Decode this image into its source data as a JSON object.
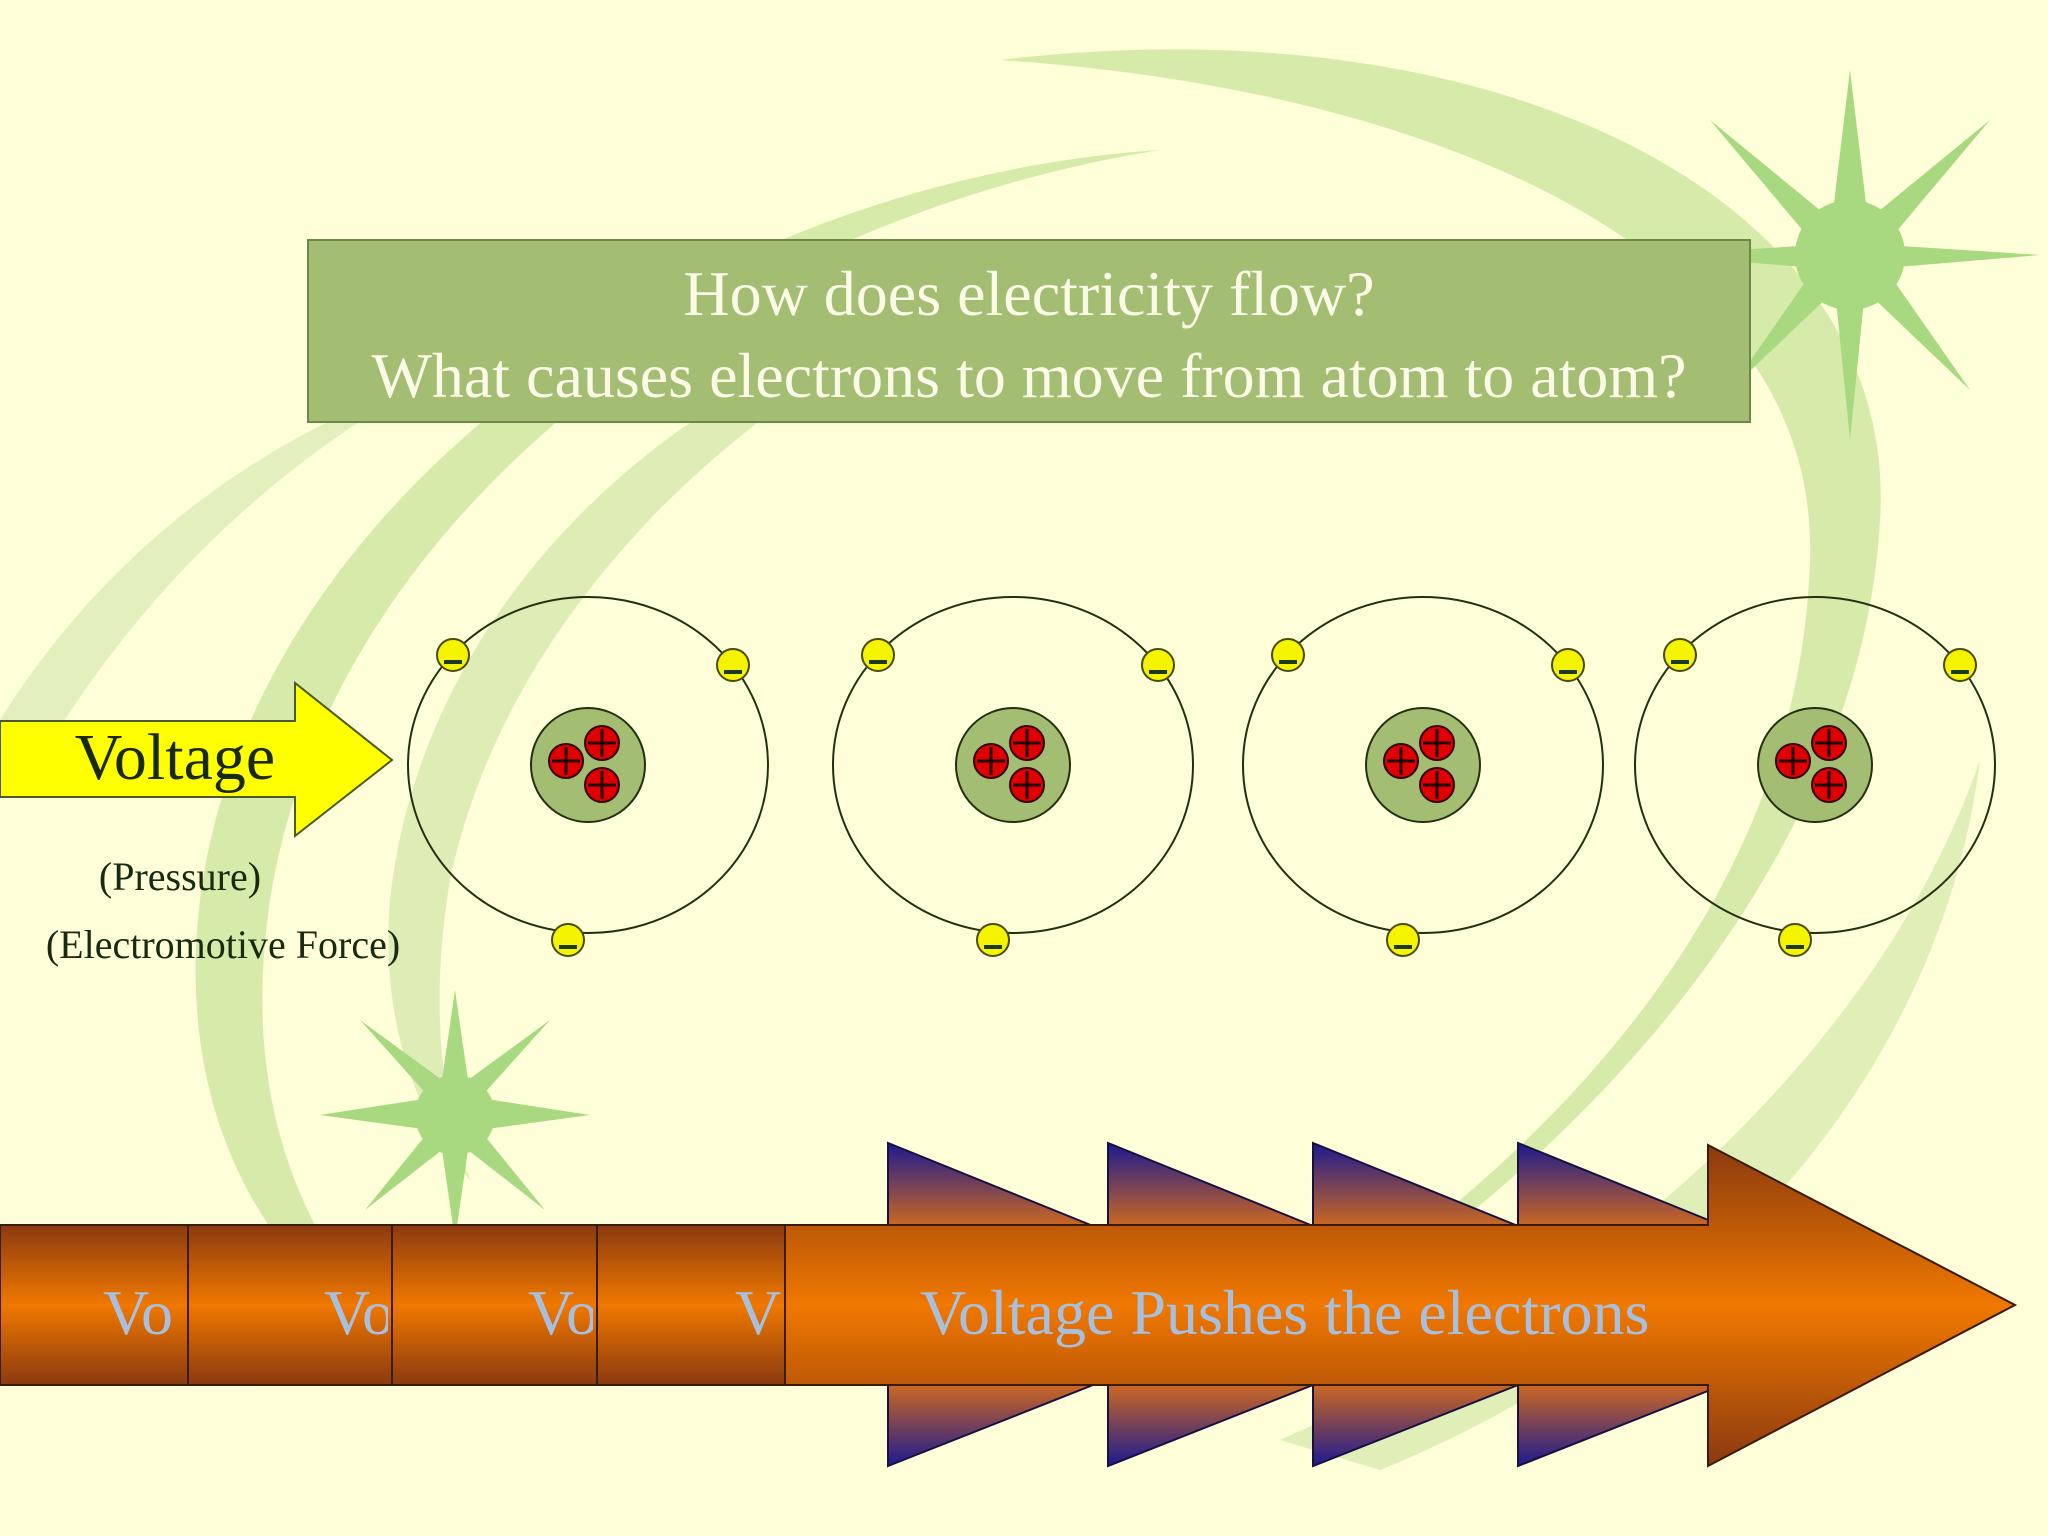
{
  "question": {
    "line1": "How does electricity flow?",
    "line2": "What causes electrons to move from atom to atom?"
  },
  "voltage_arrow": {
    "label": "Voltage"
  },
  "labels": {
    "pressure": "(Pressure)",
    "emf": "(Electromotive Force)"
  },
  "bottom_arrow": {
    "segment_labels": [
      "Vo",
      "Vo",
      "Vo",
      "V"
    ],
    "main_label": "Voltage Pushes the electrons"
  },
  "atoms": [
    {
      "electrons": 3,
      "protons": 3
    },
    {
      "electrons": 3,
      "protons": 3
    },
    {
      "electrons": 3,
      "protons": 3
    },
    {
      "electrons": 3,
      "protons": 3
    }
  ],
  "colors": {
    "background": "#fefed8",
    "swoosh": "#cfe6a0",
    "question_box": "#a3bd72",
    "voltage_arrow": "#ffff00",
    "electron": "#f4f400",
    "proton": "#e00000",
    "nucleus": "#a3bd72",
    "arrow_orange": "#f07800",
    "arrow_brown": "#8a3a10",
    "chevron_blue": "#24208a",
    "label_blue": "#a8c0e0"
  }
}
